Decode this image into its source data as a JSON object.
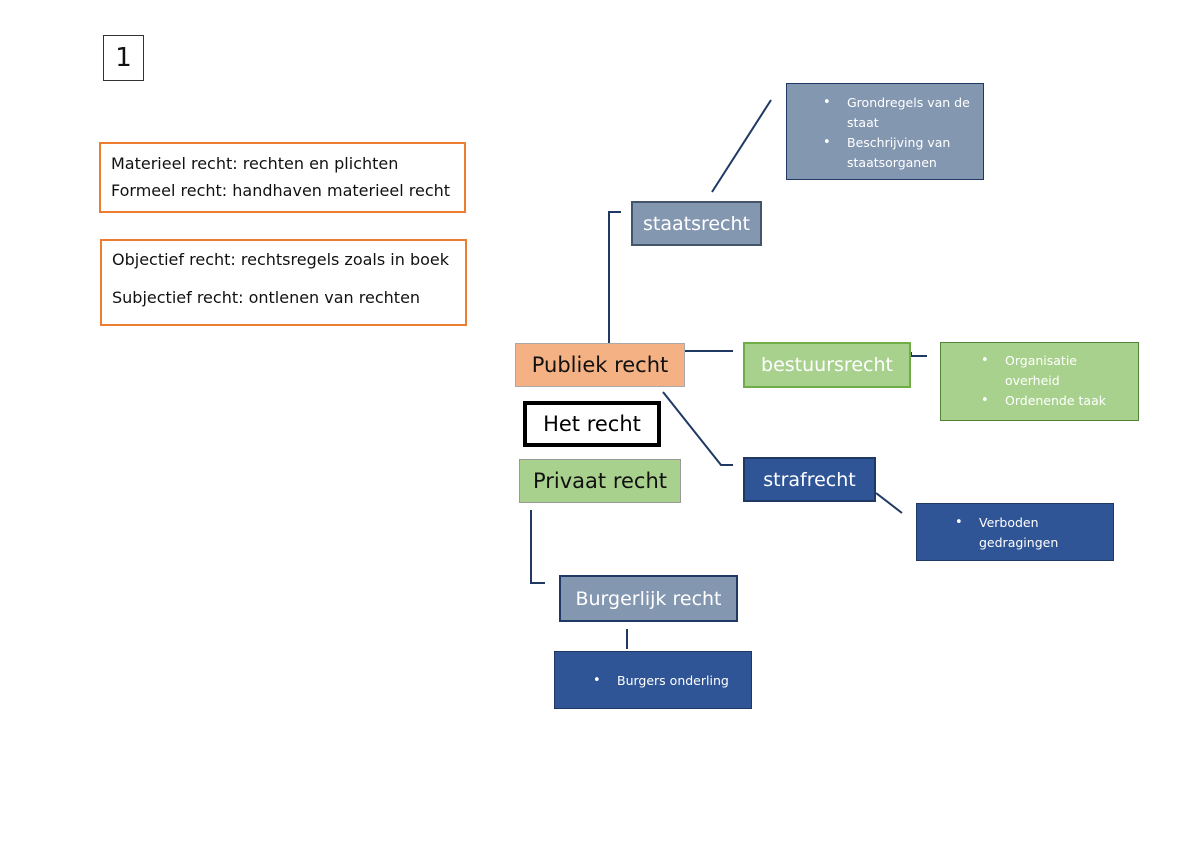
{
  "page": {
    "number": "1"
  },
  "notes": [
    {
      "id": "note-materieel-formeel",
      "lines": [
        "Materieel recht: rechten en plichten",
        "Formeel recht: handhaven materieel recht"
      ]
    },
    {
      "id": "note-objectief-subjectief",
      "lines": [
        "Objectief recht: rechtsregels zoals in boek",
        "Subjectief recht: ontlenen van rechten"
      ]
    }
  ],
  "nodes": {
    "het_recht": "Het recht",
    "publiek_recht": "Publiek recht",
    "privaat_recht": "Privaat recht",
    "staatsrecht": "staatsrecht",
    "bestuursrecht": "bestuursrecht",
    "strafrecht": "strafrecht",
    "burgerlijk_recht": "Burgerlijk recht"
  },
  "details": {
    "staatsrecht": [
      "Grondregels van de staat",
      "Beschrijving van staatsorganen"
    ],
    "bestuursrecht": [
      "Organisatie overheid",
      "Ordenende taak"
    ],
    "strafrecht": [
      "Verboden gedragingen"
    ],
    "burgerlijk_recht": [
      "Burgers onderling"
    ]
  },
  "colors": {
    "note_border": "#ed7d31",
    "publiek_fill": "#f4b183",
    "privaat_fill": "#a9d18e",
    "bestuur_fill": "#a9d18e",
    "grey_blue_fill": "#8497b0",
    "dark_blue_fill": "#2f5597",
    "connector": "#1f3864"
  }
}
